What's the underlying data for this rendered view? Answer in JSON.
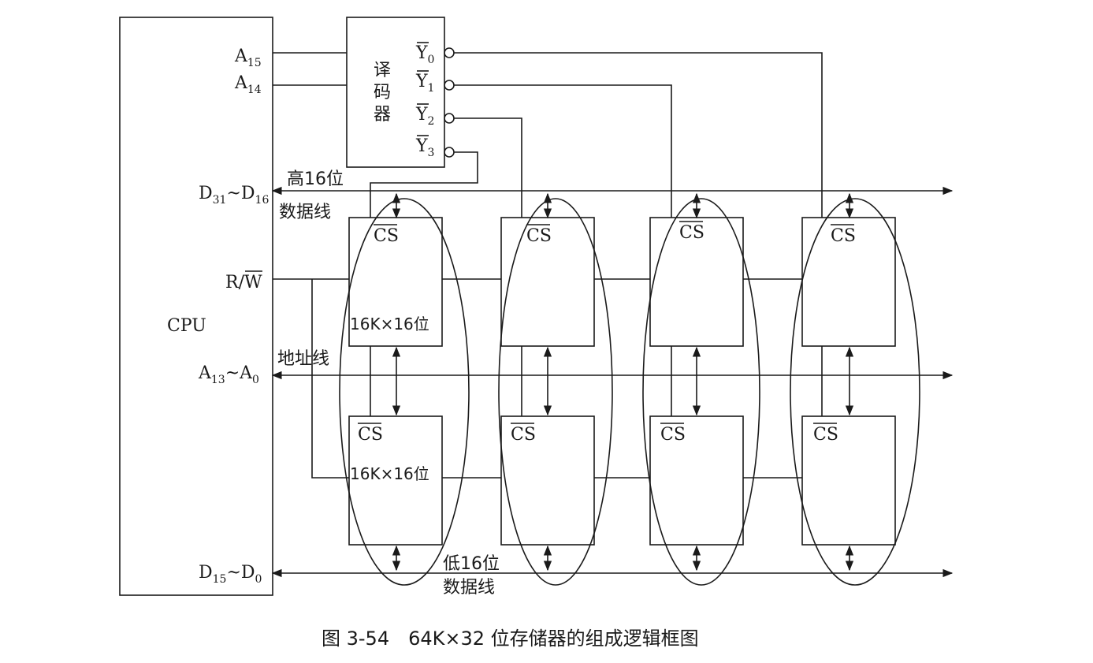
{
  "cpu": {
    "label": "CPU"
  },
  "signals": {
    "a15": {
      "base": "A",
      "sub": "15"
    },
    "a14": {
      "base": "A",
      "sub": "14"
    },
    "d_high": {
      "base1": "D",
      "sub1": "31",
      "tilde": "~",
      "base2": "D",
      "sub2": "16"
    },
    "rw": {
      "prefix": "R/",
      "over": "W"
    },
    "addr": {
      "base1": "A",
      "sub1": "13",
      "tilde": "~",
      "base2": "A",
      "sub2": "0"
    },
    "d_low": {
      "base1": "D",
      "sub1": "15",
      "tilde": "~",
      "base2": "D",
      "sub2": "0"
    }
  },
  "decoder": {
    "label_chars": [
      "译",
      "码",
      "器"
    ],
    "outputs": [
      {
        "base": "Y",
        "sub": "0"
      },
      {
        "base": "Y",
        "sub": "1"
      },
      {
        "base": "Y",
        "sub": "2"
      },
      {
        "base": "Y",
        "sub": "3"
      }
    ]
  },
  "bus_labels": {
    "high_title": "高16位",
    "high_sub": "数据线",
    "addr": "地址线",
    "low_title": "低16位",
    "low_sub": "数据线"
  },
  "chips": {
    "cs": "CS",
    "capacity": "16K×16位"
  },
  "caption": "图 3-54　64K×32 位存储器的组成逻辑框图",
  "colors": {
    "ink": "#1a1a1a",
    "paper": "#ffffff"
  }
}
